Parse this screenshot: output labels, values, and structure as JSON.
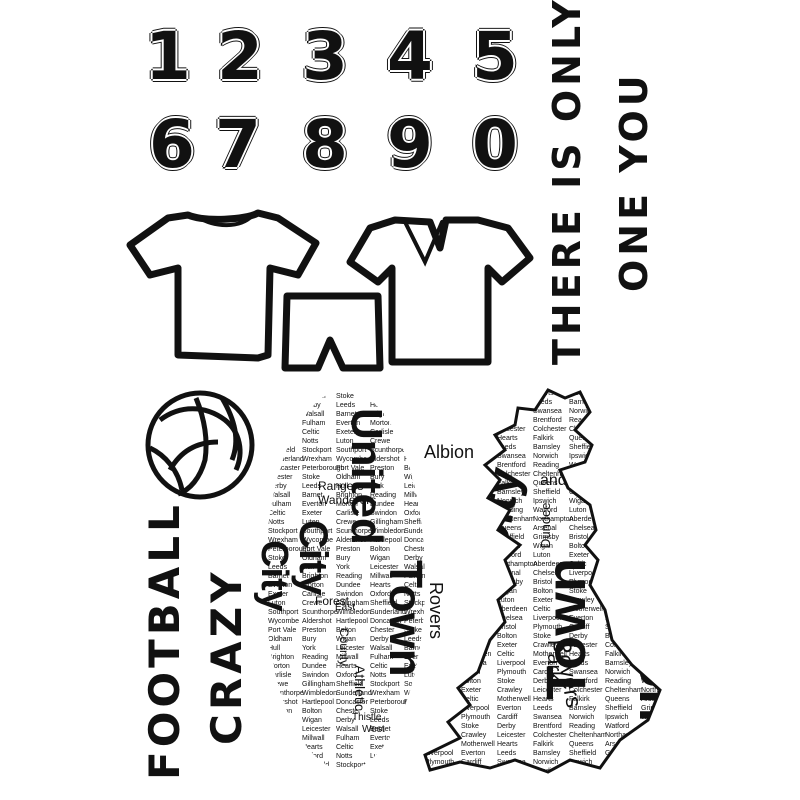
{
  "numbers": [
    "1",
    "2",
    "3",
    "4",
    "5",
    "6",
    "7",
    "8",
    "9",
    "0"
  ],
  "slogan": {
    "line1": "THERE IS ONLY",
    "line2": "ONE YOU"
  },
  "football_crazy": {
    "line1": "FOOTBALL",
    "line2": "CRAZY"
  },
  "oval_cloud": {
    "big": [
      "United",
      "Town",
      "City",
      "City"
    ],
    "medium": [
      "Albion",
      "Rovers",
      "Athletic",
      "Rangers",
      "Wanderers",
      "Forest",
      "County",
      "Thistle",
      "West",
      "East"
    ],
    "small": [
      "Bolton",
      "Chester",
      "Stoke",
      "Oldham",
      "Bury",
      "Wigan",
      "Derby",
      "Leeds",
      "Hull",
      "York",
      "Leicester",
      "Walsall",
      "Barnet",
      "Brighton",
      "Reading",
      "Millwall",
      "Fulham",
      "Everton",
      "Morton",
      "Dundee",
      "Hearts",
      "Celtic",
      "Exeter",
      "Carlisle",
      "Swindon",
      "Oxford",
      "Notts",
      "Luton",
      "Crewe",
      "Gillingham",
      "Sheffield",
      "Stockport",
      "Southport",
      "Scunthorpe",
      "Wimbledon",
      "Sunderland",
      "Wrexham",
      "Wycombe",
      "Aldershot",
      "Hartlepool",
      "Doncaster",
      "Peterborough",
      "Port Vale",
      "Preston"
    ]
  },
  "map_cloud": {
    "big": [
      "City",
      "Town",
      "United"
    ],
    "medium": [
      "Rovers",
      "Park",
      "anderers",
      "Dundee"
    ],
    "small": [
      "Aberdeen",
      "Celtic",
      "Motherwell",
      "Hearts",
      "Falkirk",
      "Queens",
      "Arsenal",
      "Chelsea",
      "Liverpool",
      "Everton",
      "Leeds",
      "Barnsley",
      "Sheffield",
      "Grimsby",
      "Bristol",
      "Plymouth",
      "Cardiff",
      "Swansea",
      "Norwich",
      "Ipswich",
      "Wigan",
      "Bolton",
      "Stoke",
      "Derby",
      "Brentford",
      "Reading",
      "Watford",
      "Luton",
      "Exeter",
      "Crawley",
      "Leicester",
      "Colchester",
      "Cheltenham",
      "Northampton"
    ]
  }
}
